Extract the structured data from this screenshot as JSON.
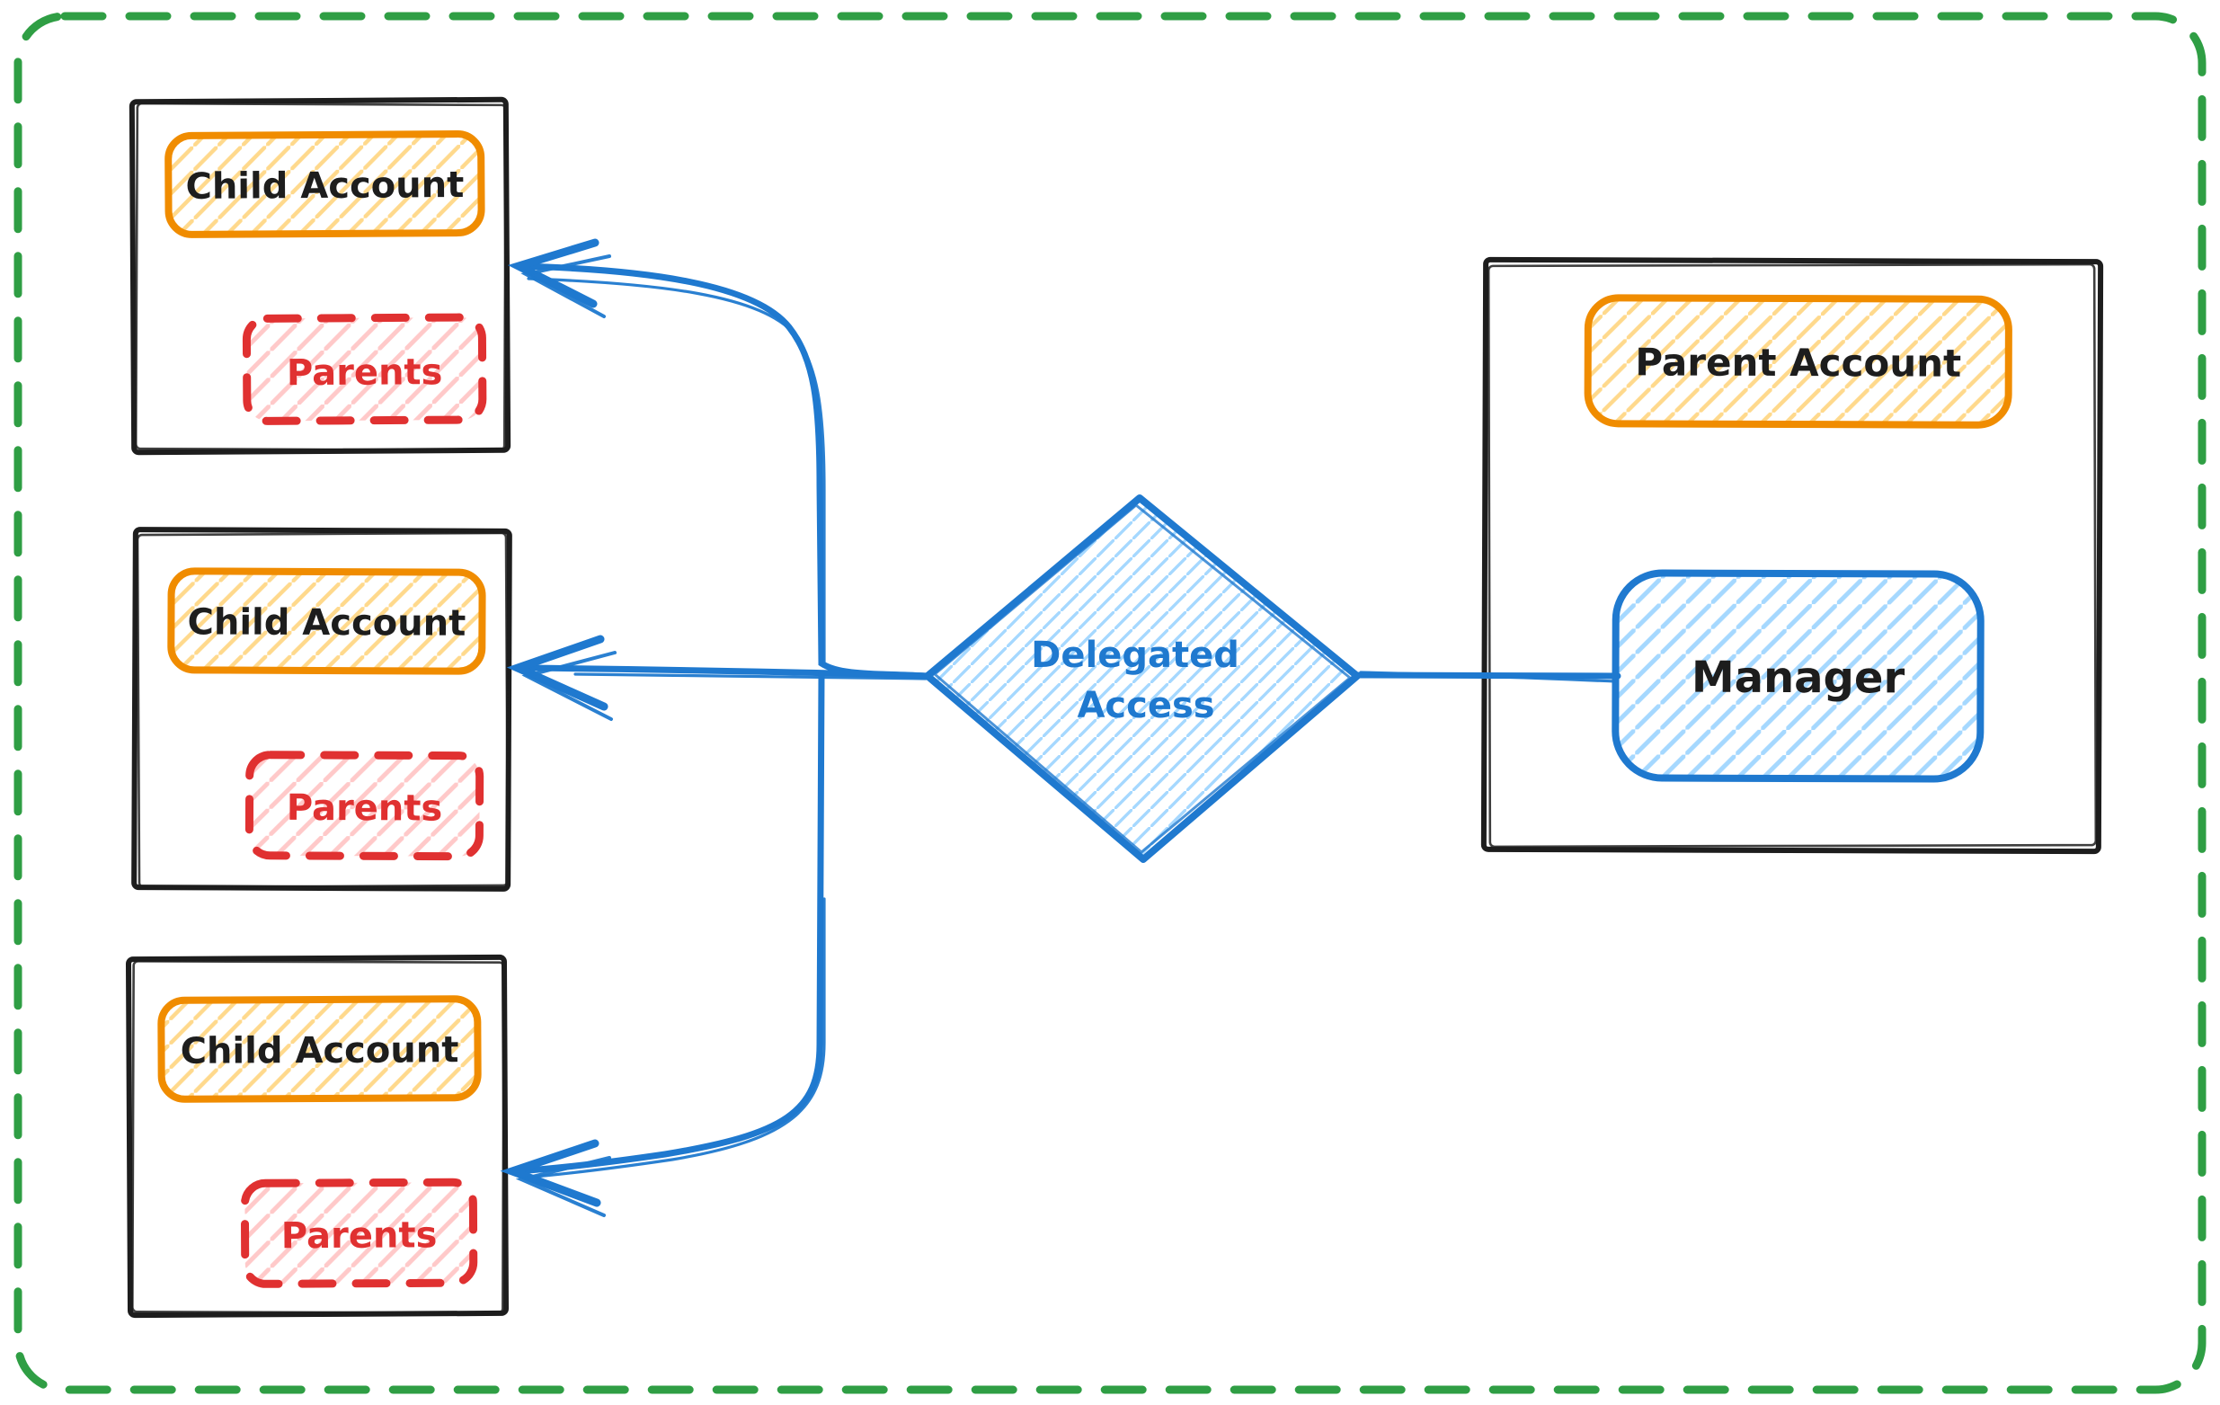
{
  "diagram": {
    "child_accounts": [
      {
        "title": "Child Account",
        "inner": "Parents"
      },
      {
        "title": "Child Account",
        "inner": "Parents"
      },
      {
        "title": "Child Account",
        "inner": "Parents"
      }
    ],
    "parent_account": {
      "title": "Parent Account",
      "manager": "Manager"
    },
    "decision": {
      "line1": "Delegated",
      "line2": "Access"
    }
  },
  "colors": {
    "canvas-border": "#2f9e44",
    "box-stroke": "#1d1d1d",
    "accent-orange": "#f08c00",
    "hatch-orange": "#ffd98c",
    "accent-red": "#e03131",
    "hatch-red": "#ffc9c9",
    "accent-blue": "#1f79cf",
    "hatch-blue": "#a5d8ff",
    "text-black": "#1d1d1d",
    "background": "#ffffff"
  }
}
